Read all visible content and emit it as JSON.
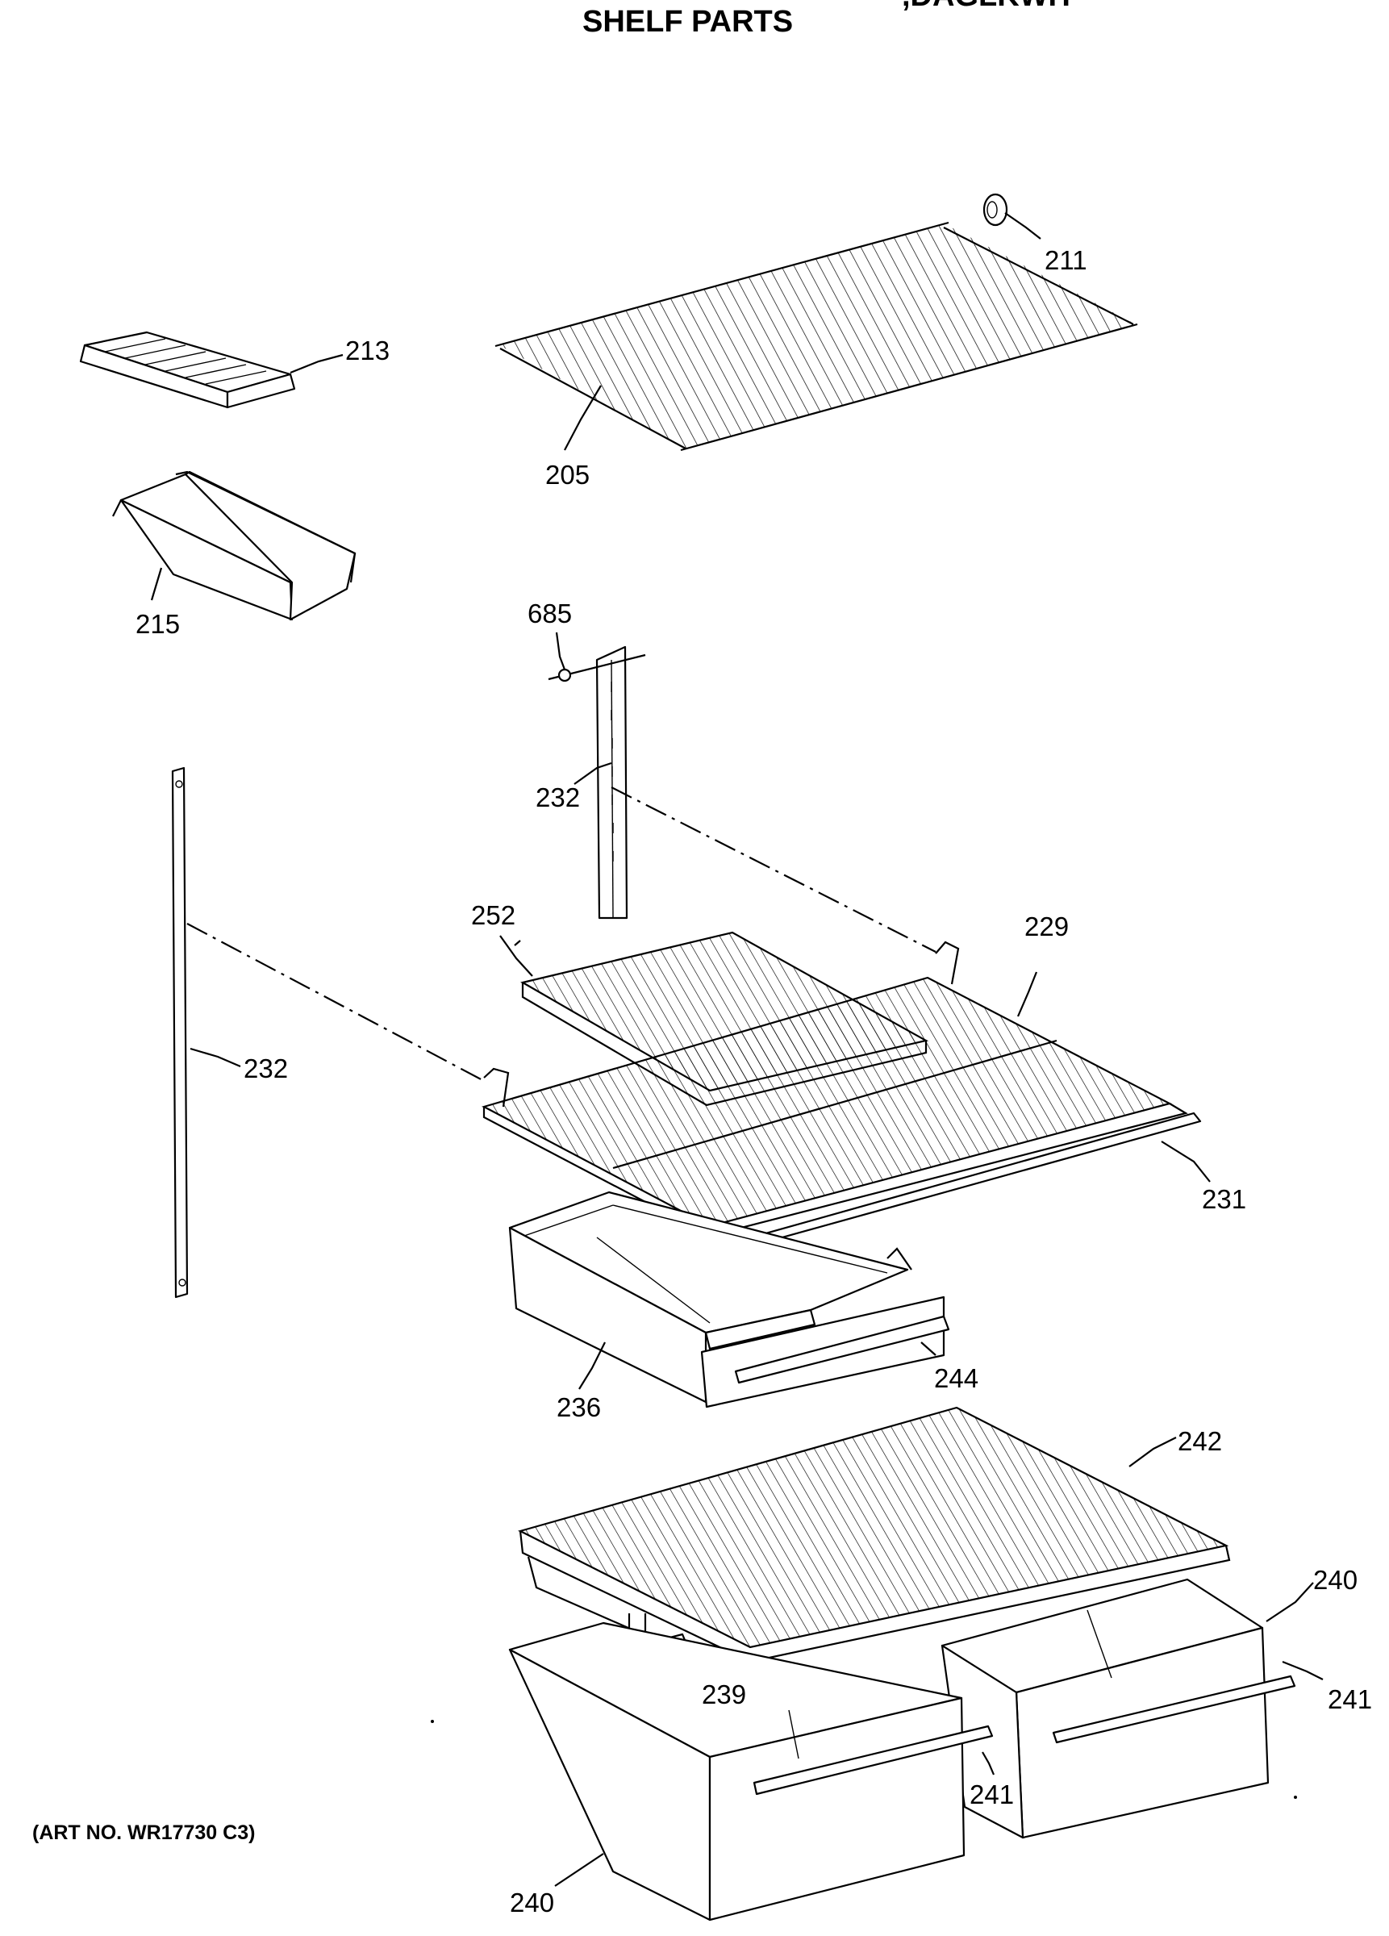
{
  "header": {
    "title": "SHELF PARTS",
    "model_suffix": ",DAGLKWH",
    "art_number": "(ART NO. WR17730 C3)"
  },
  "callouts": [
    {
      "id": "c211",
      "text": "211"
    },
    {
      "id": "c213",
      "text": "213"
    },
    {
      "id": "c205",
      "text": "205"
    },
    {
      "id": "c215",
      "text": "215"
    },
    {
      "id": "c685",
      "text": "685"
    },
    {
      "id": "c232a",
      "text": "232"
    },
    {
      "id": "c252",
      "text": "252"
    },
    {
      "id": "c229",
      "text": "229"
    },
    {
      "id": "c232b",
      "text": "232"
    },
    {
      "id": "c231",
      "text": "231"
    },
    {
      "id": "c236",
      "text": "236"
    },
    {
      "id": "c244",
      "text": "244"
    },
    {
      "id": "c242",
      "text": "242"
    },
    {
      "id": "c240a",
      "text": "240"
    },
    {
      "id": "c241a",
      "text": "241"
    },
    {
      "id": "c239",
      "text": "239"
    },
    {
      "id": "c241b",
      "text": "241"
    },
    {
      "id": "c240b",
      "text": "240"
    }
  ]
}
